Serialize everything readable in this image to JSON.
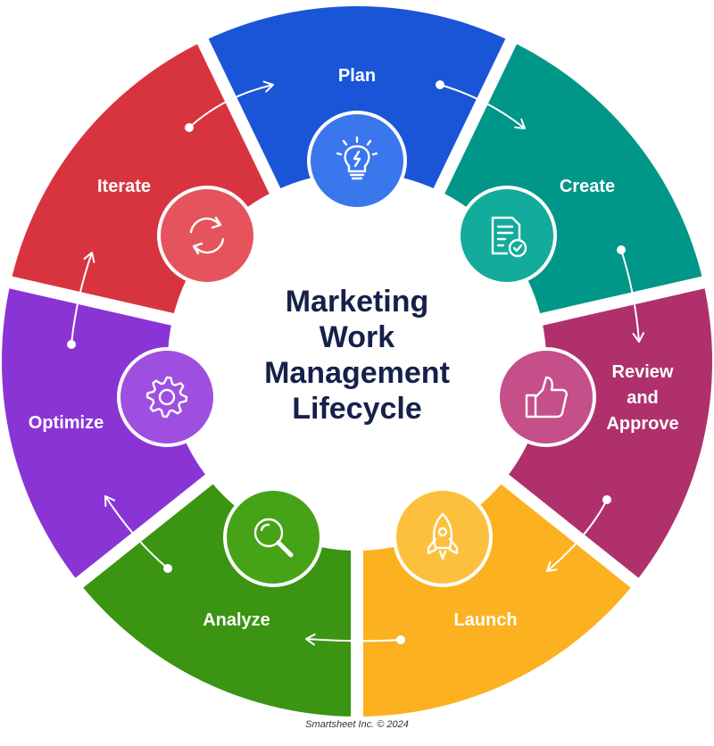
{
  "center_title": [
    "Marketing",
    "Work",
    "Management",
    "Lifecycle"
  ],
  "footer": "Smartsheet Inc. © 2024",
  "stages": [
    {
      "id": "plan",
      "label": [
        "Plan"
      ],
      "color": "#1a55d8",
      "icon_bg": "#3a76ec",
      "icon": "lightbulb-icon"
    },
    {
      "id": "create",
      "label": [
        "Create"
      ],
      "color": "#009688",
      "icon_bg": "#13ab9b",
      "icon": "document-check-icon"
    },
    {
      "id": "review",
      "label": [
        "Review",
        "and",
        "Approve"
      ],
      "color": "#b0306c",
      "icon_bg": "#c54f88",
      "icon": "thumbs-up-icon"
    },
    {
      "id": "launch",
      "label": [
        "Launch"
      ],
      "color": "#fbb120",
      "icon_bg": "#fdc03d",
      "icon": "rocket-icon"
    },
    {
      "id": "analyze",
      "label": [
        "Analyze"
      ],
      "color": "#3b9412",
      "icon_bg": "#46a318",
      "icon": "magnifier-icon"
    },
    {
      "id": "optimize",
      "label": [
        "Optimize"
      ],
      "color": "#8a34d6",
      "icon_bg": "#9e4fe0",
      "icon": "gear-icon"
    },
    {
      "id": "iterate",
      "label": [
        "Iterate"
      ],
      "color": "#d8343f",
      "icon_bg": "#e5545c",
      "icon": "refresh-icon"
    }
  ]
}
